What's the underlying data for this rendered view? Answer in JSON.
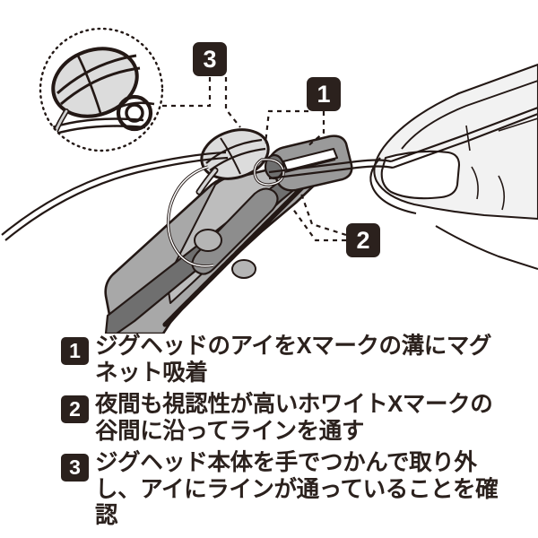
{
  "illustration": {
    "magnifier": {
      "label": "magnified-detail-circle",
      "contents": "jig-head-with-line-through-eye"
    },
    "tool": {
      "label": "jig-head-release-tool",
      "features": [
        "white-x-mark-groove",
        "serrated-edge",
        "magnet-slot"
      ]
    },
    "hand": {
      "label": "hand-holding-line"
    },
    "line": {
      "label": "fishing-line"
    },
    "callouts": [
      {
        "number": "1"
      },
      {
        "number": "2"
      },
      {
        "number": "3"
      }
    ]
  },
  "captions": [
    {
      "number": "1",
      "text": "ジグヘッドのアイをXマークの溝にマグネット吸着"
    },
    {
      "number": "2",
      "text": "夜間も視認性が高いホワイトXマークの谷間に沿ってラインを通す"
    },
    {
      "number": "3",
      "text": "ジグヘッド本体を手でつかんで取り外し、アイにラインが通っていることを確認"
    }
  ],
  "colors": {
    "badge_background": "#2b211d",
    "badge_text": "#ffffff",
    "caption_text": "#2b211d",
    "page_background": "#ffffff",
    "tool_body_gray": "#a8a8a8",
    "tool_dark_gray": "#6f6f6f",
    "outline": "#231815",
    "jig_head_fill": "#dcdcdc",
    "hand_fill": "#f2f2f2"
  }
}
